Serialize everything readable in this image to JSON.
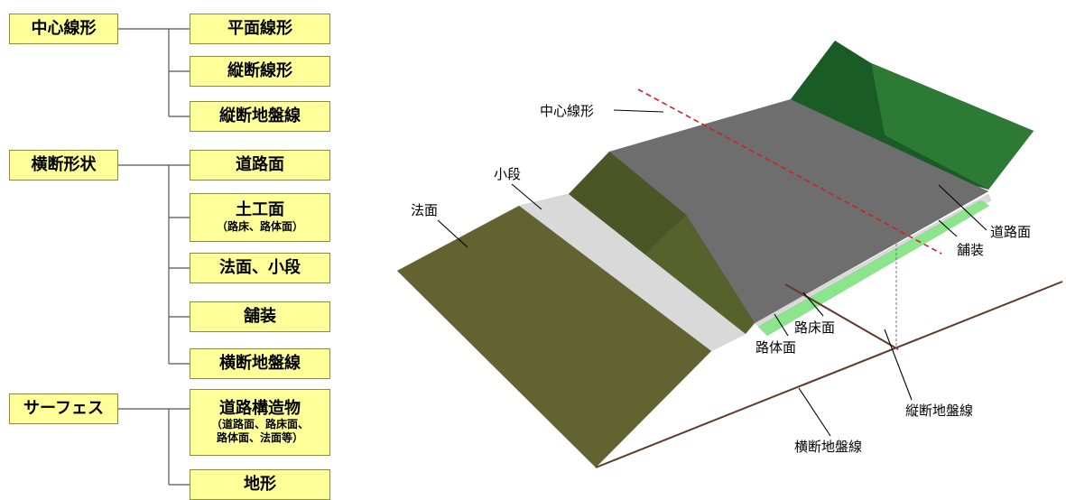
{
  "hierarchy": [
    {
      "label": "中心線形",
      "children": [
        {
          "label": "平面線形"
        },
        {
          "label": "縦断線形"
        },
        {
          "label": "縦断地盤線"
        }
      ]
    },
    {
      "label": "横断形状",
      "children": [
        {
          "label": "道路面"
        },
        {
          "label": "土工面",
          "note": "（路床、路体面）"
        },
        {
          "label": "法面、小段"
        },
        {
          "label": "舗装"
        },
        {
          "label": "横断地盤線"
        }
      ]
    },
    {
      "label": "サーフェス",
      "children": [
        {
          "label": "道路構造物",
          "note_lines": [
            "（道路面、路床面、",
            "路体面、法面等）"
          ]
        },
        {
          "label": "地形"
        }
      ]
    }
  ],
  "diagram_labels": {
    "centerline": "中心線形",
    "berm": "小段",
    "slope": "法面",
    "road_surface": "道路面",
    "pavement": "舗装",
    "subgrade_surface": "路床面",
    "embankment_surface": "路体面",
    "longitudinal_ground_line": "縦断地盤線",
    "cross_ground_line": "横断地盤線"
  },
  "colors": {
    "box_fill": "#ffff99",
    "slope": "#636332",
    "berm": "#d9d9d9",
    "embankment_dark": "#4b5526",
    "embankment": "#56622c",
    "road_surface": "#6e6e6e",
    "pavement": "#8ae68a",
    "terrain_dark": "#1a5c26",
    "terrain": "#2d7a34",
    "centerline": "#cc2222",
    "ground_line": "#5c3b2e"
  }
}
